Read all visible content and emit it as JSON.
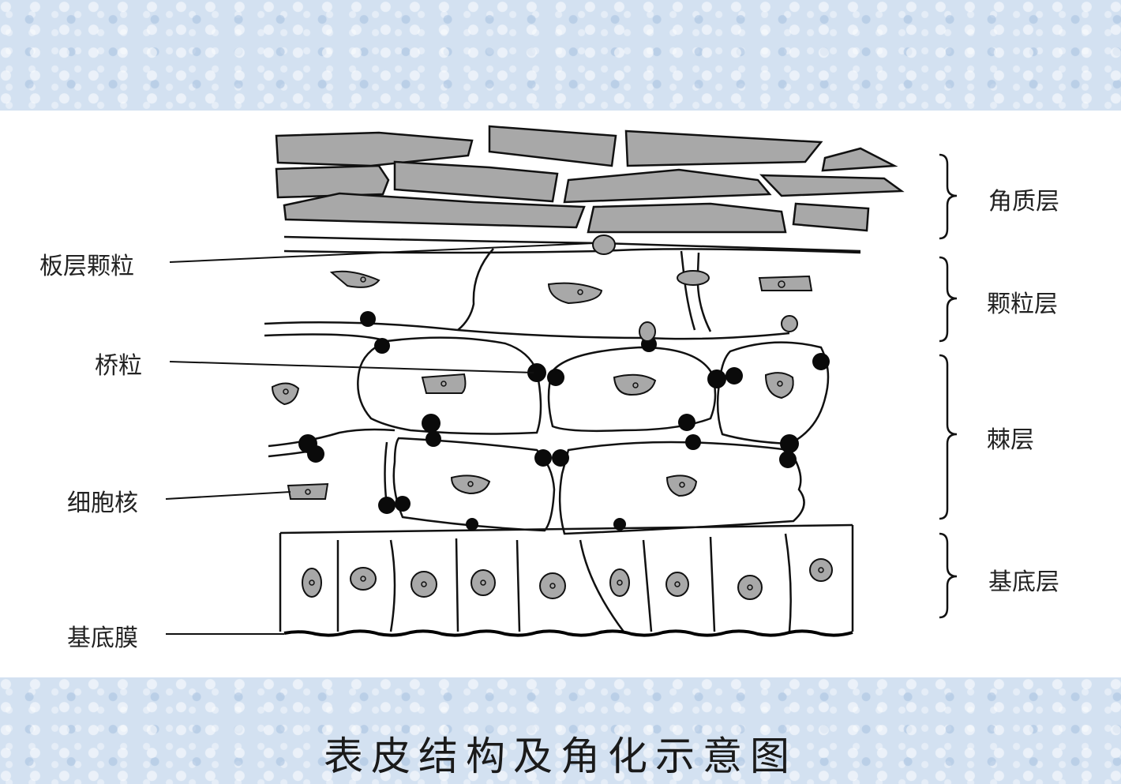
{
  "caption": "表皮结构及角化示意图",
  "left_labels": {
    "lamellar_granule": "板层颗粒",
    "desmosome": "桥粒",
    "nucleus": "细胞核",
    "basement_membrane": "基底膜"
  },
  "layer_labels": {
    "stratum_corneum": "角质层",
    "stratum_granulosum": "颗粒层",
    "stratum_spinosum": "棘层",
    "stratum_basale": "基底层"
  },
  "colors": {
    "band": "#d3e1f1",
    "corneocyte_fill": "#a8a8a8",
    "line": "#111111",
    "desmosome": "#0a0a0a"
  }
}
